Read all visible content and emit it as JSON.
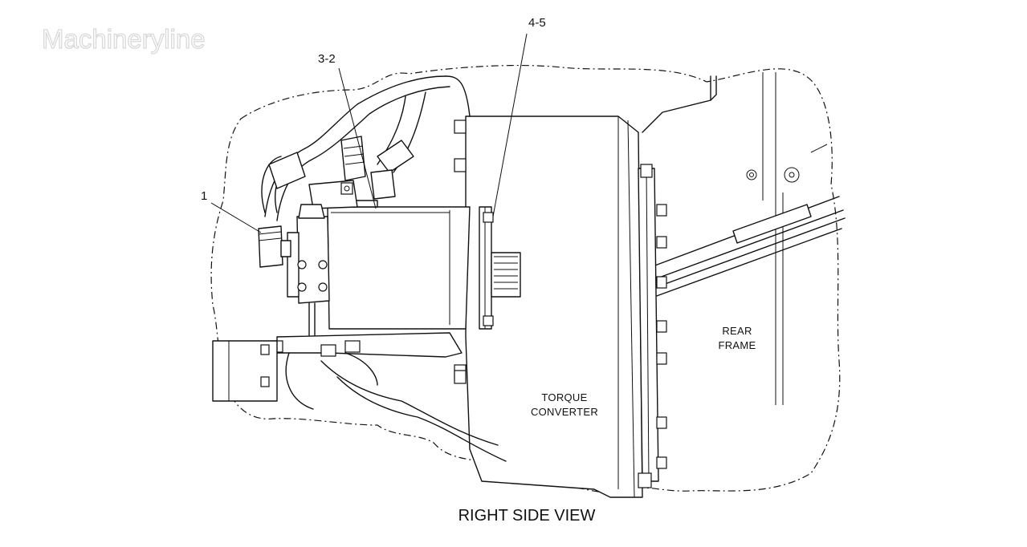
{
  "watermark": "Machineryline",
  "callouts": {
    "c1": "1",
    "c2": "3-2",
    "c3": "4-5"
  },
  "labels": {
    "rear_frame": [
      "REAR",
      "FRAME"
    ],
    "torque_converter": [
      "TORQUE",
      "CONVERTER"
    ]
  },
  "title": "RIGHT SIDE VIEW"
}
